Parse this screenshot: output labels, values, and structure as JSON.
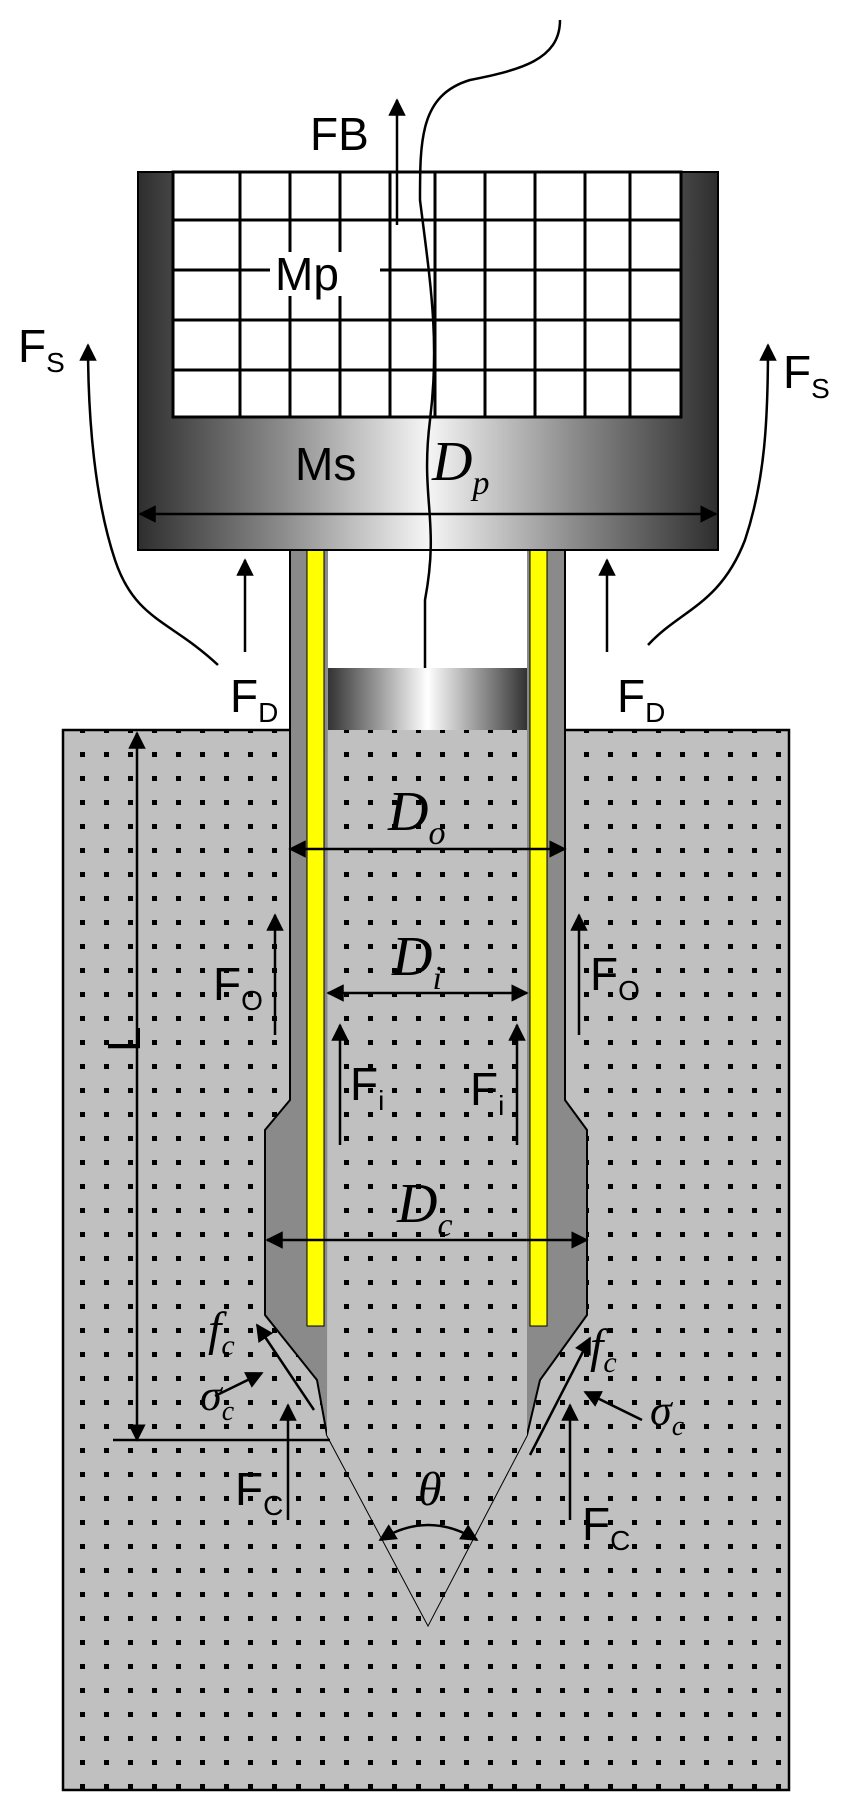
{
  "colors": {
    "soil": "#c0c0c0",
    "soil_dot": "#000000",
    "tube": "#888888",
    "liner": "#ffff00",
    "weight_dark": "#333333",
    "weight_light": "#f2f2f2"
  },
  "labels": {
    "fb": "FB",
    "mp": "Mp",
    "ms": "Ms",
    "dp": "D",
    "dp_sub": "p",
    "fs": "F",
    "fs_sub": "S",
    "fd": "F",
    "fd_sub": "D",
    "do": "D",
    "do_sub": "o",
    "di": "D",
    "di_sub": "i",
    "fo": "F",
    "fo_sub": "O",
    "fi": "F",
    "fi_sub": "i",
    "l": "L",
    "dc": "D",
    "dc_sub": "c",
    "fc_small": "f",
    "fc_small_sub": "c",
    "sigma": "σ",
    "sigma_sub": "c",
    "fc": "F",
    "fc_sub": "C",
    "theta": "θ"
  }
}
